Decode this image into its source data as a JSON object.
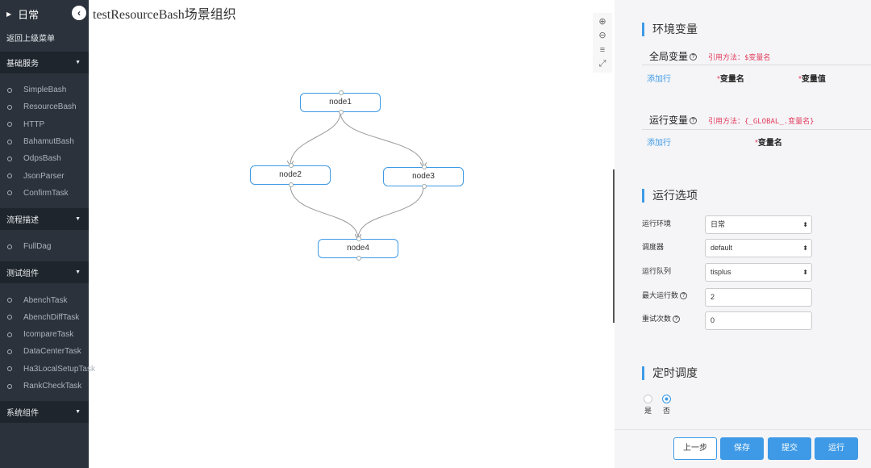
{
  "sidebar": {
    "title": "日常",
    "collapse_icon": "chevron-left-icon",
    "back_label": "返回上级菜单",
    "groups": [
      {
        "label": "基础服务",
        "items": [
          "SimpleBash",
          "ResourceBash",
          "HTTP",
          "BahamutBash",
          "OdpsBash",
          "JsonParser",
          "ConfirmTask"
        ]
      },
      {
        "label": "流程描述",
        "items": [
          "FullDag"
        ]
      },
      {
        "label": "测试组件",
        "items": [
          "AbenchTask",
          "AbenchDiffTask",
          "IcompareTask",
          "DataCenterTask",
          "Ha3LocalSetupTask",
          "RankCheckTask"
        ]
      },
      {
        "label": "系统组件",
        "items": []
      }
    ]
  },
  "canvas": {
    "title": "testResourceBash场景组织",
    "tools": [
      "zoom-in-icon",
      "zoom-out-icon",
      "align-icon",
      "fullscreen-icon"
    ],
    "nodes": [
      {
        "id": "node1",
        "label": "node1"
      },
      {
        "id": "node2",
        "label": "node2"
      },
      {
        "id": "node3",
        "label": "node3"
      },
      {
        "id": "node4",
        "label": "node4"
      }
    ],
    "edges": [
      [
        "node1",
        "node2"
      ],
      [
        "node1",
        "node3"
      ],
      [
        "node2",
        "node4"
      ],
      [
        "node3",
        "node4"
      ]
    ]
  },
  "panel": {
    "env": {
      "title": "环境变量",
      "global_label": "全局变量",
      "global_hint": "引用方法：$变量名",
      "add_row": "添加行",
      "col_name": "变量名",
      "col_value": "变量值",
      "run_label": "运行变量",
      "run_hint": "引用方法：{_GLOBAL_.变量名}",
      "run_add_row": "添加行",
      "run_col_name": "变量名"
    },
    "options": {
      "title": "运行选项",
      "env_label": "运行环境",
      "env_value": "日常",
      "scheduler_label": "调度器",
      "scheduler_value": "default",
      "queue_label": "运行队列",
      "queue_value": "tisplus",
      "max_run_label": "最大运行数",
      "max_run_value": "2",
      "retry_label": "重试次数",
      "retry_value": "0"
    },
    "timer": {
      "title": "定时调度",
      "yes_label": "是",
      "no_label": "否",
      "selected": "否"
    },
    "buttons": {
      "prev": "上一步",
      "save": "保存",
      "submit": "提交",
      "run": "运行"
    }
  },
  "colors": {
    "accent": "#3e9ae6",
    "sidebar_bg": "#2b323b",
    "hint": "#e23c5d"
  }
}
